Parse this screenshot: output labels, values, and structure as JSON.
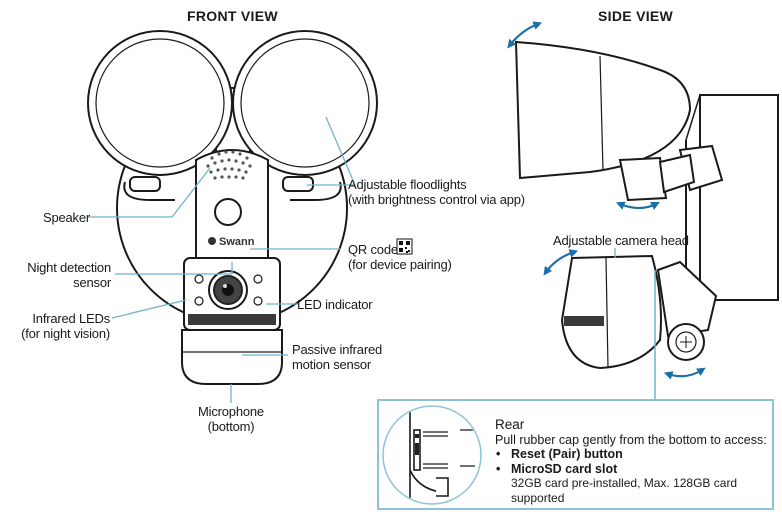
{
  "front_view": {
    "title": "FRONT VIEW",
    "brand": "Swann",
    "labels": {
      "speaker": "Speaker",
      "night_sensor": [
        "Night detection",
        "sensor"
      ],
      "infrared": [
        "Infrared LEDs",
        "(for night vision)"
      ],
      "floodlights": [
        "Adjustable floodlights",
        "(with brightness control via app)"
      ],
      "qr": [
        "QR code",
        "(for device pairing)"
      ],
      "led": "LED indicator",
      "pir": [
        "Passive infrared",
        "motion sensor"
      ],
      "microphone": [
        "Microphone",
        "(bottom)"
      ]
    }
  },
  "side_view": {
    "title": "SIDE VIEW",
    "labels": {
      "camera_head": "Adjustable camera head"
    }
  },
  "rear": {
    "title": "Rear",
    "instruction": "Pull rubber cap gently from the bottom to access:",
    "items": [
      "Reset (Pair) button",
      "MicroSD card slot"
    ],
    "note": "32GB card pre-installed, Max. 128GB card supported"
  },
  "colors": {
    "leader": "#6fb3cf",
    "arrow": "#1d6fa8",
    "box": "#8fc2d8",
    "line": "#1a1a1a"
  }
}
